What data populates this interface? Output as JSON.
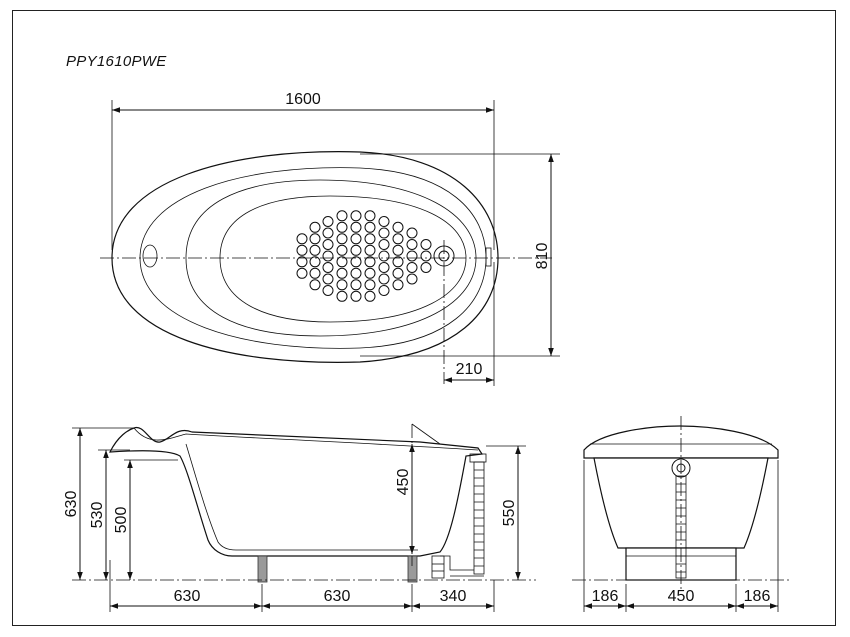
{
  "title": {
    "model": "PPY1610PWE"
  },
  "top_view": {
    "dim_length": "1600",
    "dim_width": "810",
    "dim_drain_offset": "210"
  },
  "side_view": {
    "dim_total_height": "630",
    "dim_rim_height": "530",
    "dim_seat_height": "500",
    "dim_depth": "450",
    "dim_drain_height": "550",
    "dim_leg_span_1": "630",
    "dim_leg_span_2": "630",
    "dim_drain_span": "340"
  },
  "end_view": {
    "dim_left": "186",
    "dim_center": "450",
    "dim_right": "186"
  }
}
